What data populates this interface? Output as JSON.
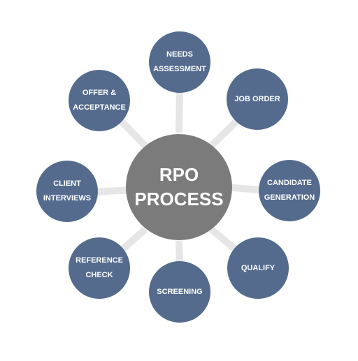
{
  "center": {
    "label": "RPO\nPROCESS"
  },
  "steps": [
    {
      "label": "NEEDS\nASSESSMENT"
    },
    {
      "label": "JOB ORDER"
    },
    {
      "label": "CANDIDATE\nGENERATION"
    },
    {
      "label": "QUALIFY"
    },
    {
      "label": "SCREENING"
    },
    {
      "label": "REFERENCE\nCHECK"
    },
    {
      "label": "CLIENT\nINTERVIEWS"
    },
    {
      "label": "OFFER &\nACCEPTANCE"
    }
  ],
  "colors": {
    "hub": "#7b7b7b",
    "node": "#546b8e",
    "connector": "#e6e6e6",
    "text": "#ffffff"
  }
}
